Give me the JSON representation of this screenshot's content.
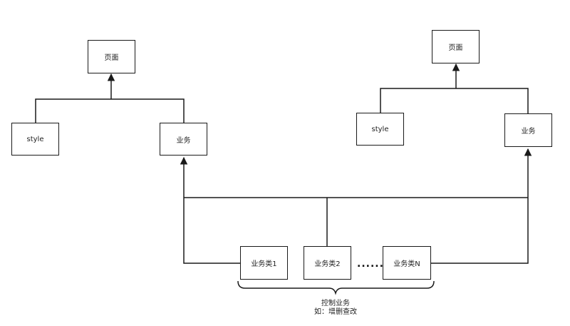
{
  "left_tree": {
    "page_label": "页面",
    "style_label": "style",
    "business_label": "业务"
  },
  "right_tree": {
    "page_label": "页面",
    "style_label": "style",
    "business_label": "业务"
  },
  "business_classes": [
    {
      "label": "业务类1"
    },
    {
      "label": "业务类2"
    },
    {
      "label": "业务类N"
    }
  ],
  "ellipsis": "......",
  "brace_caption": {
    "line1": "控制业务",
    "line2": "如：增删查改"
  }
}
